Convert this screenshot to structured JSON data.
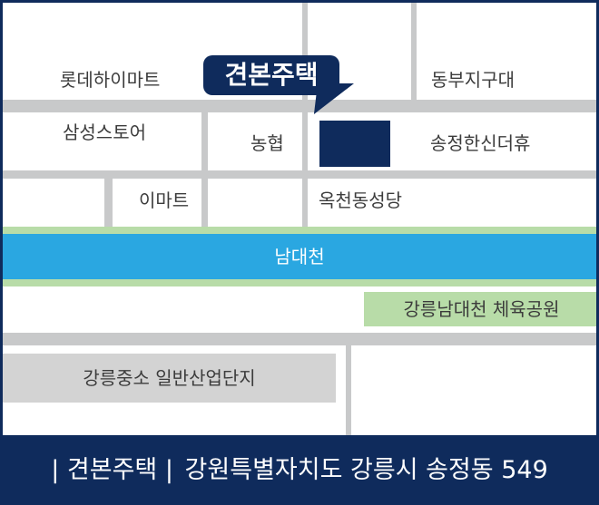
{
  "callout": {
    "text": "견본주택"
  },
  "landmarks": {
    "lotte_himart": "롯데하이마트",
    "dongbu_jigudae": "동부지구대",
    "samsung_store": "삼성스토어",
    "nonghyup": "농협",
    "songjeong_hansin": "송정한신더휴",
    "emart": "이마트",
    "okcheon_dongseongdang": "옥천동성당"
  },
  "river": {
    "name": "남대천"
  },
  "park": {
    "name": "강릉남대천 체육공원"
  },
  "industrial": {
    "name": "강릉중소 일반산업단지"
  },
  "footer": {
    "title": "| 견본주택 |",
    "address": "강원특별자치도 강릉시 송정동 549"
  },
  "colors": {
    "navy": "#0f2b5c",
    "river": "#2aa7e1",
    "park_green": "#b8dca8",
    "road_gray": "#c8c9ca"
  }
}
